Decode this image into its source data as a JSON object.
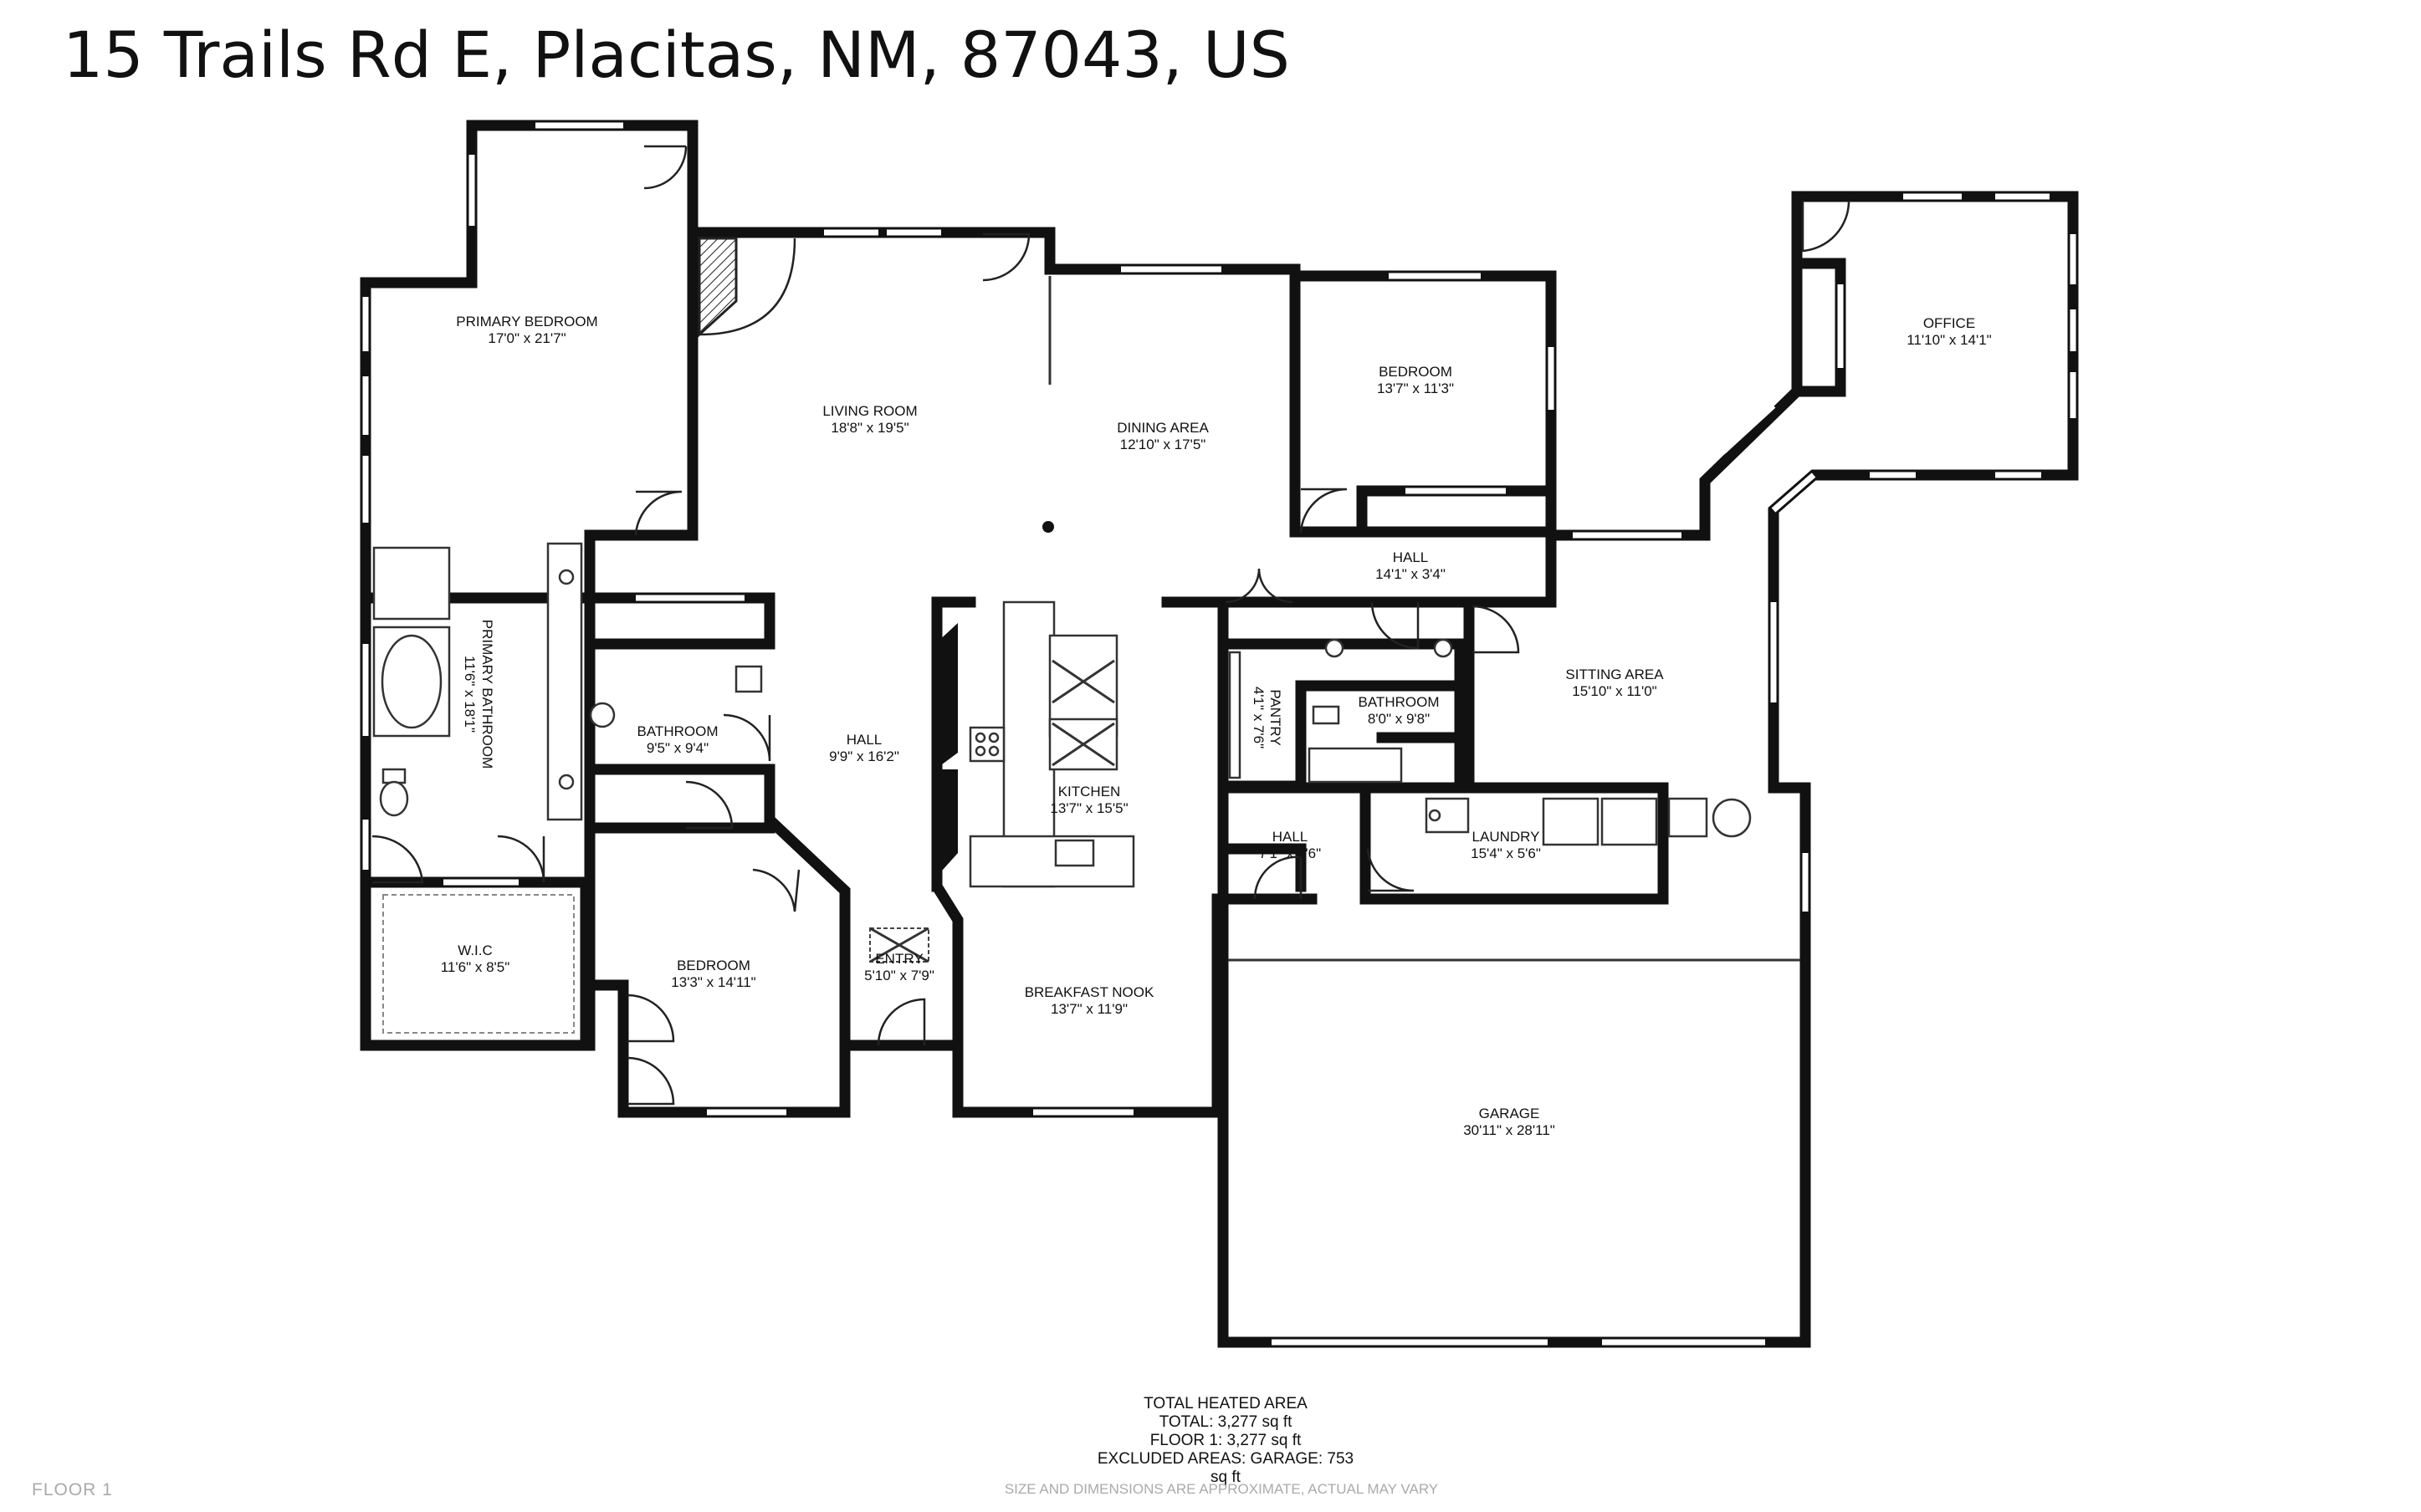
{
  "address": "15 Trails Rd E, Placitas, NM, 87043, US",
  "rooms": [
    {
      "key": "primary_bedroom",
      "name": "PRIMARY BEDROOM",
      "dim": "17'0\" x 21'7\""
    },
    {
      "key": "living_room",
      "name": "LIVING ROOM",
      "dim": "18'8\" x 19'5\""
    },
    {
      "key": "dining_area",
      "name": "DINING AREA",
      "dim": "12'10\" x 17'5\""
    },
    {
      "key": "bedroom_ne",
      "name": "BEDROOM",
      "dim": "13'7\" x 11'3\""
    },
    {
      "key": "office",
      "name": "OFFICE",
      "dim": "11'10\" x 14'1\""
    },
    {
      "key": "hall_ne",
      "name": "HALL",
      "dim": "14'1\" x 3'4\""
    },
    {
      "key": "sitting_area",
      "name": "SITTING AREA",
      "dim": "15'10\" x 11'0\""
    },
    {
      "key": "primary_bathroom",
      "name": "PRIMARY BATHROOM",
      "dim": "11'6\" x 18'1\""
    },
    {
      "key": "bathroom_w",
      "name": "BATHROOM",
      "dim": "9'5\" x 9'4\""
    },
    {
      "key": "hall_center",
      "name": "HALL",
      "dim": "9'9\" x 16'2\""
    },
    {
      "key": "kitchen",
      "name": "KITCHEN",
      "dim": "13'7\" x 15'5\""
    },
    {
      "key": "pantry",
      "name": "PANTRY",
      "dim": "4'1\" x 7'6\""
    },
    {
      "key": "bathroom_e",
      "name": "BATHROOM",
      "dim": "8'0\" x 9'8\""
    },
    {
      "key": "hall_laundry",
      "name": "HALL",
      "dim": "7'1\" x 5'6\""
    },
    {
      "key": "laundry",
      "name": "LAUNDRY",
      "dim": "15'4\" x 5'6\""
    },
    {
      "key": "wic",
      "name": "W.I.C",
      "dim": "11'6\" x 8'5\""
    },
    {
      "key": "bedroom_sw",
      "name": "BEDROOM",
      "dim": "13'3\" x 14'11\""
    },
    {
      "key": "entry",
      "name": "ENTRY",
      "dim": "5'10\" x 7'9\""
    },
    {
      "key": "breakfast_nook",
      "name": "BREAKFAST NOOK",
      "dim": "13'7\" x 11'9\""
    },
    {
      "key": "garage",
      "name": "GARAGE",
      "dim": "30'11\" x 28'11\""
    }
  ],
  "summary": {
    "heading": "TOTAL HEATED AREA",
    "total": "TOTAL: 3,277 sq ft",
    "floor1": "FLOOR 1: 3,277 sq ft",
    "excluded": "EXCLUDED AREAS: GARAGE: 753 sq ft"
  },
  "floor_label": "FLOOR 1",
  "disclaimer": "SIZE AND DIMENSIONS ARE APPROXIMATE, ACTUAL MAY VARY"
}
